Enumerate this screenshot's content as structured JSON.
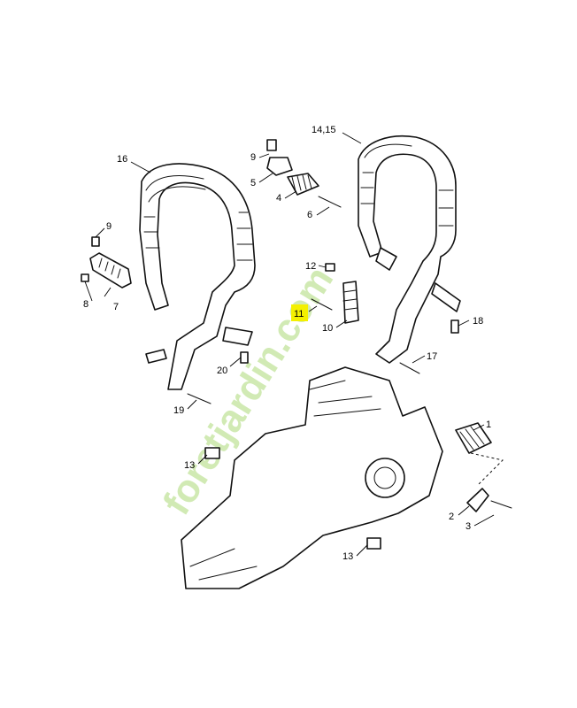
{
  "watermark": "foretjardin.com",
  "colors": {
    "highlight": "#f4f000",
    "watermark": "#c9e7a7",
    "line": "#111111"
  },
  "callouts": {
    "c1": "1",
    "c2": "2",
    "c3": "3",
    "c4": "4",
    "c5": "5",
    "c6": "6",
    "c7": "7",
    "c8": "8",
    "c9a": "9",
    "c9b": "9",
    "c10": "10",
    "c11": "11",
    "c12": "12",
    "c13a": "13",
    "c13b": "13",
    "c14_15": "14,15",
    "c16": "16",
    "c17": "17",
    "c18": "18",
    "c19": "19",
    "c20": "20"
  },
  "highlighted_callout": "11"
}
